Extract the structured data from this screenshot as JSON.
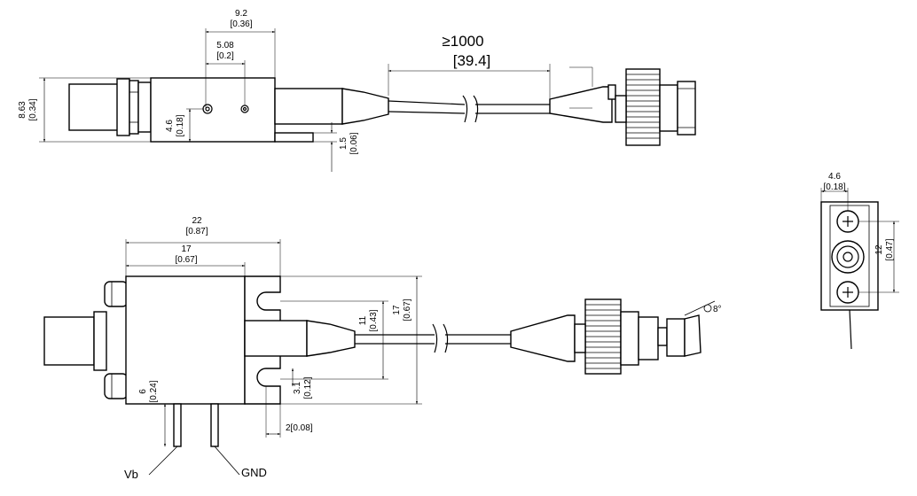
{
  "dimensions": {
    "top_width_92": "9.2",
    "top_width_92_in": "[0.36]",
    "top_hole_508": "5.08",
    "top_hole_508_in": "[0.2]",
    "top_height_863": "8.63",
    "top_height_863_in": "[0.34]",
    "top_hole_46": "4.6",
    "top_hole_46_in": "[0.18]",
    "top_pin_15": "1.5",
    "top_pin_15_in": "[0.06]",
    "cable_length": "≥1000",
    "cable_length_in": "[39.4]",
    "side_width_22": "22",
    "side_width_22_in": "[0.87]",
    "side_width_17": "17",
    "side_width_17_in": "[0.67]",
    "side_h_11": "11",
    "side_h_11_in": "[0.43]",
    "side_h_17": "17",
    "side_h_17_in": "[0.67]",
    "side_pin_6": "6",
    "side_pin_6_in": "[0.24]",
    "side_slot_31": "3.1",
    "side_slot_31_in": "[0.12]",
    "side_pin_2": "2[0.08]",
    "end_w_46": "4.6",
    "end_w_46_in": "[0.18]",
    "end_h_12": "12",
    "end_h_12_in": "[0.47]",
    "angle_label": "8°"
  },
  "labels": {
    "vb": "Vb",
    "gnd": "GND"
  }
}
